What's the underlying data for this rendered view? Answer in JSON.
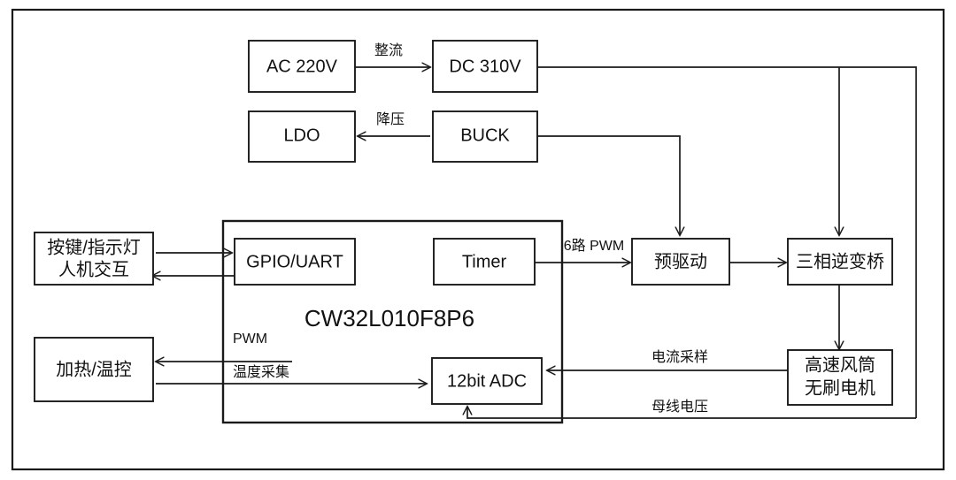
{
  "diagram": {
    "title_chip": "CW32L010F8P6",
    "blocks": {
      "ac": "AC 220V",
      "dc": "DC 310V",
      "ldo": "LDO",
      "buck": "BUCK",
      "hmi_line1": "按键/指示灯",
      "hmi_line2": "人机交互",
      "gpio_uart": "GPIO/UART",
      "timer": "Timer",
      "predriver": "预驱动",
      "inverter": "三相逆变桥",
      "heater": "加热/温控",
      "adc": "12bit ADC",
      "motor_line1": "高速风筒",
      "motor_line2": "无刷电机"
    },
    "wire_labels": {
      "rectify": "整流",
      "stepdown": "降压",
      "pwm6": "6路 PWM",
      "pwm": "PWM",
      "temp_sense": "温度采集",
      "current_sense": "电流采样",
      "bus_voltage": "母线电压"
    },
    "colors": {
      "stroke": "#1a1a1a",
      "text": "#111111",
      "background": "#ffffff"
    }
  }
}
